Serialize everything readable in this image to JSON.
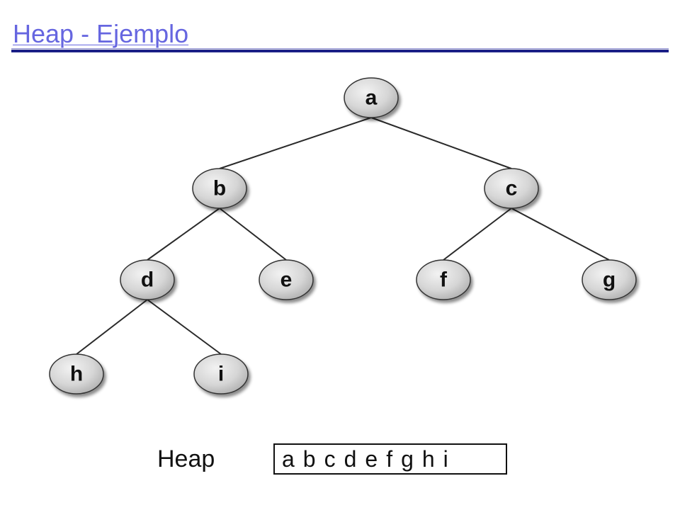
{
  "title": "Heap - Ejemplo",
  "colors": {
    "title": "#6666e0",
    "rule": "#1b1f86",
    "node_fill": "#d9d9d9",
    "edge": "#2a2a2a"
  },
  "tree": {
    "nodes": [
      "a",
      "b",
      "c",
      "d",
      "e",
      "f",
      "g",
      "h",
      "i"
    ],
    "edges": [
      [
        "a",
        "b"
      ],
      [
        "a",
        "c"
      ],
      [
        "b",
        "d"
      ],
      [
        "b",
        "e"
      ],
      [
        "c",
        "f"
      ],
      [
        "c",
        "g"
      ],
      [
        "d",
        "h"
      ],
      [
        "d",
        "i"
      ]
    ]
  },
  "heap": {
    "caption": "Heap",
    "items": [
      "a",
      "b",
      "c",
      "d",
      "e",
      "f",
      "g",
      "h",
      "i"
    ]
  }
}
